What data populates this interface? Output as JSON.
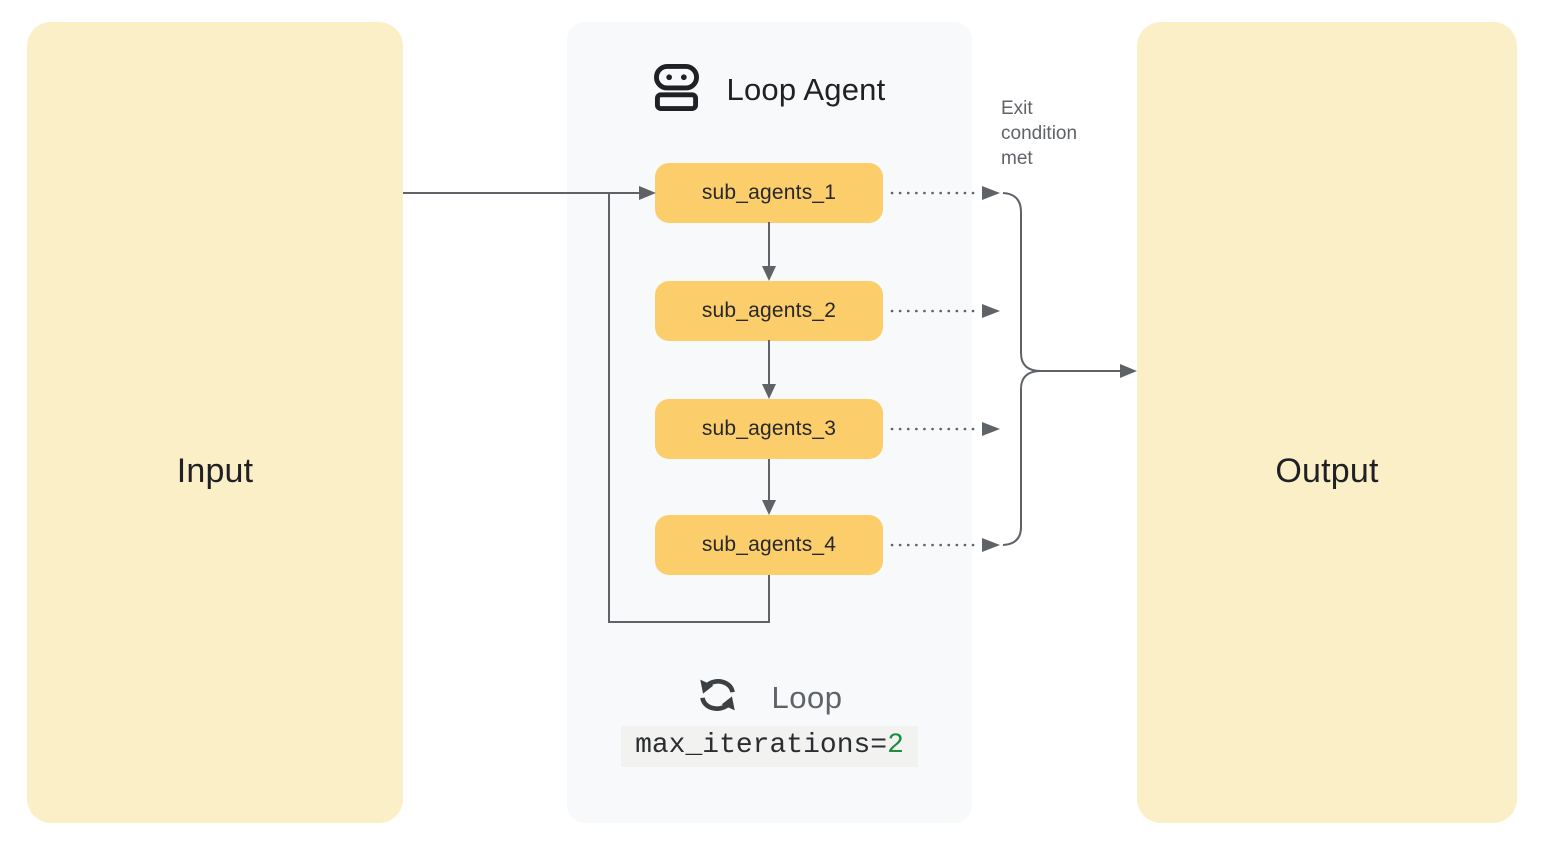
{
  "diagram": {
    "input_box": {
      "label": "Input"
    },
    "output_box": {
      "label": "Output"
    },
    "loop_agent": {
      "title": "Loop Agent",
      "header_icon": "robot-icon",
      "sub_agents": [
        "sub_agents_1",
        "sub_agents_2",
        "sub_agents_3",
        "sub_agents_4"
      ],
      "footer": {
        "icon": "loop-icon",
        "label": "Loop",
        "code_prefix": "max_iterations=",
        "code_value": "2"
      }
    },
    "exit_label": "Exit condition met"
  },
  "colors": {
    "box_yellow": "#FBEFC7",
    "node_yellow": "#FCCE6B",
    "panel_gray": "#F8F9FA",
    "line_gray": "#5F6368",
    "text_dark": "#202124",
    "text_gray": "#5F6368",
    "code_bg": "#F2F3F1",
    "code_green": "#1E8E3E"
  }
}
